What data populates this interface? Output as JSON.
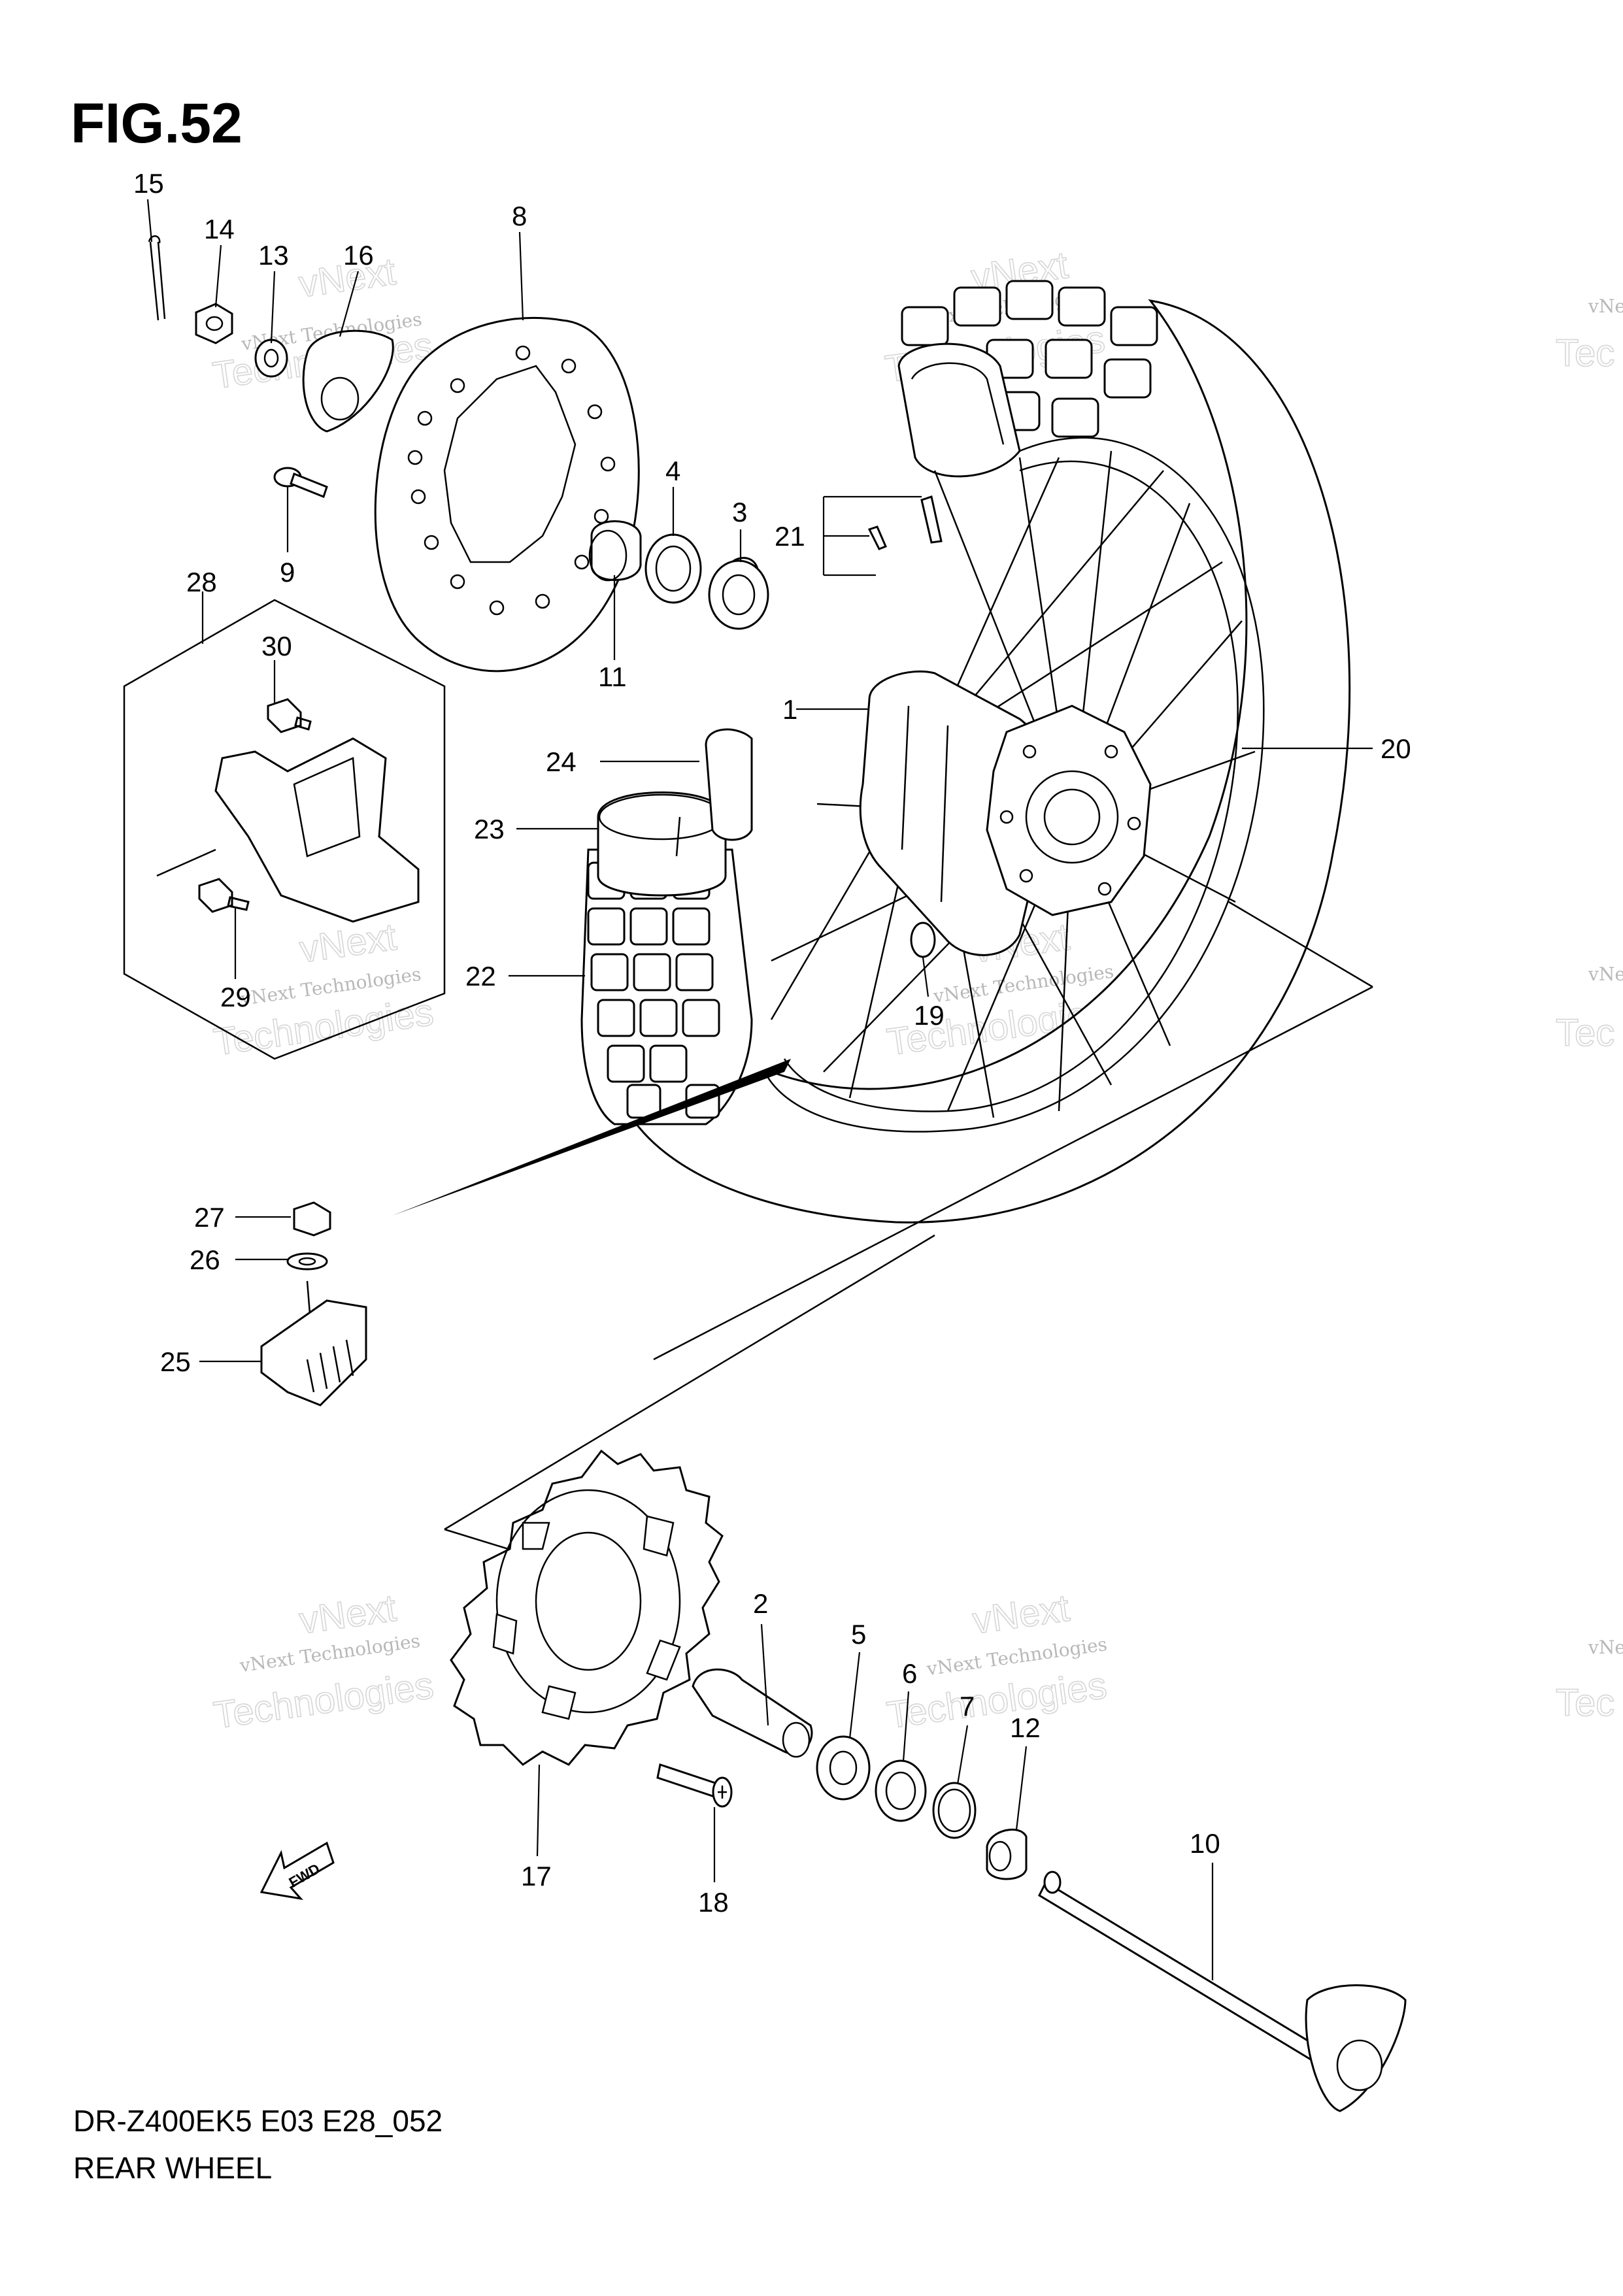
{
  "figure": {
    "title": "FIG.52",
    "model_code": "DR-Z400EK5 E03 E28_052",
    "caption": "REAR WHEEL"
  },
  "watermark": {
    "line1": "vNext Technologies",
    "line2": "Technologies",
    "line3": "vNext",
    "edge_label": "vNe",
    "edge_label2": "Tec"
  },
  "parts": [
    {
      "no": "1"
    },
    {
      "no": "2"
    },
    {
      "no": "3"
    },
    {
      "no": "4"
    },
    {
      "no": "5"
    },
    {
      "no": "6"
    },
    {
      "no": "7"
    },
    {
      "no": "8"
    },
    {
      "no": "9"
    },
    {
      "no": "10"
    },
    {
      "no": "11"
    },
    {
      "no": "12"
    },
    {
      "no": "13"
    },
    {
      "no": "14"
    },
    {
      "no": "15"
    },
    {
      "no": "16"
    },
    {
      "no": "17"
    },
    {
      "no": "18"
    },
    {
      "no": "19"
    },
    {
      "no": "20"
    },
    {
      "no": "21"
    },
    {
      "no": "22"
    },
    {
      "no": "23"
    },
    {
      "no": "24"
    },
    {
      "no": "25"
    },
    {
      "no": "26"
    },
    {
      "no": "27"
    },
    {
      "no": "28"
    },
    {
      "no": "29"
    },
    {
      "no": "30"
    }
  ],
  "fwd_label": "FWD"
}
